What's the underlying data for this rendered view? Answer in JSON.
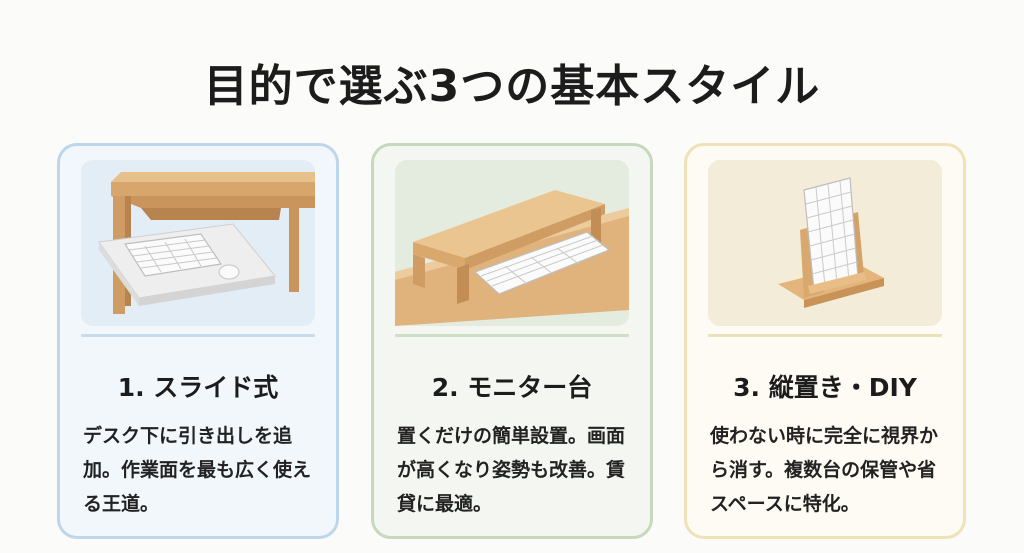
{
  "title": "目的で選ぶ3つの基本スタイル",
  "cards": [
    {
      "title": "1. スライド式",
      "description": "デスク下に引き出しを追加。作業面を最も広く使える王道。",
      "illustration": "under-desk-keyboard-tray",
      "accent": "#bdd6ea"
    },
    {
      "title": "2. モニター台",
      "description": "置くだけの簡単設置。画面が高くなり姿勢も改善。賃貸に最適。",
      "illustration": "monitor-stand-keyboard",
      "accent": "#c7d9bd"
    },
    {
      "title": "3. 縦置き・DIY",
      "description": "使わない時に完全に視界から消す。複数台の保管や省スペースに特化。",
      "illustration": "vertical-keyboard-stand",
      "accent": "#efe2b6"
    }
  ]
}
